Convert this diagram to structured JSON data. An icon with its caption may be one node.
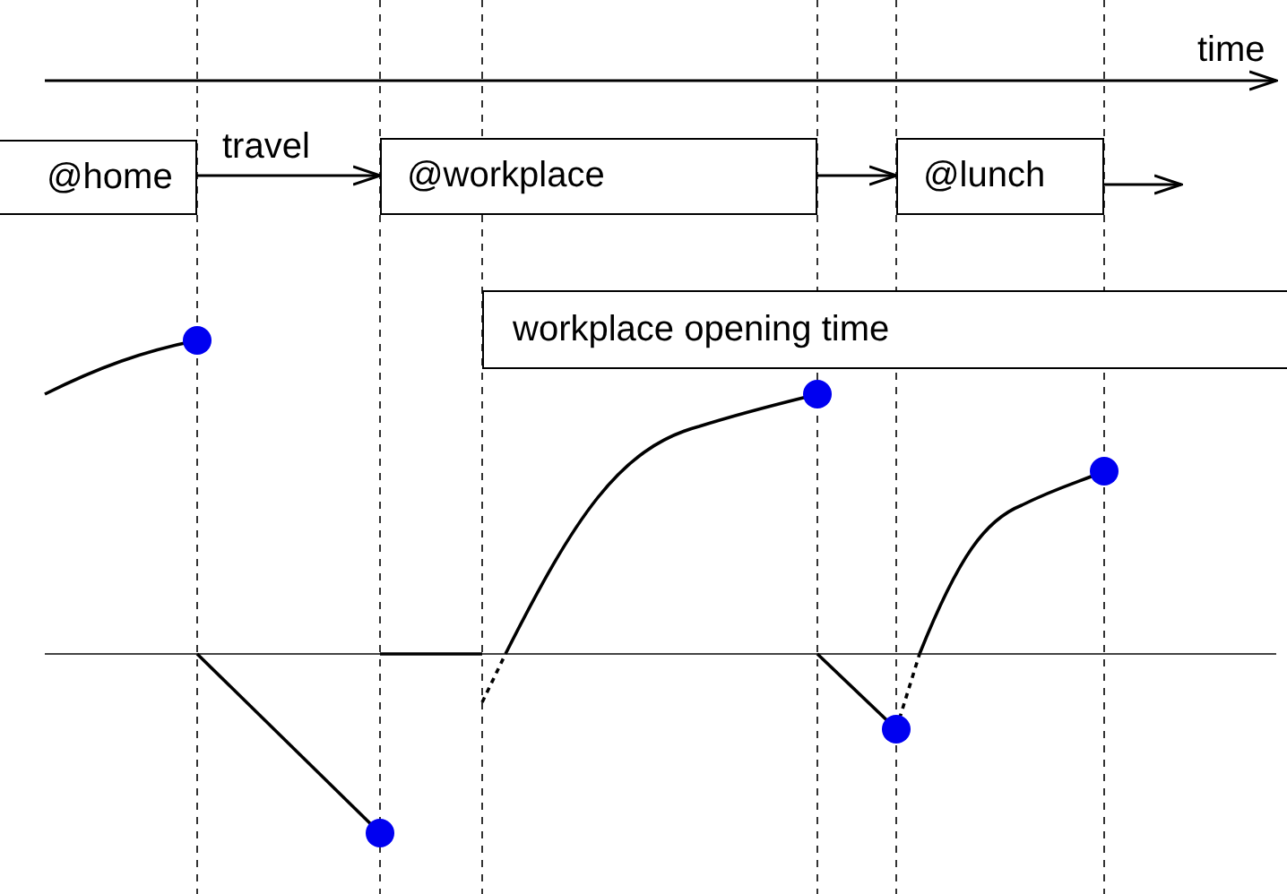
{
  "diagram": {
    "nodes": [
      {
        "text": [
          "@home"
        ]
      },
      {
        "text": [
          "@workplace"
        ]
      },
      {
        "text": [
          "@lunch"
        ]
      },
      {
        "text": [
          "workplace opening time"
        ]
      }
    ],
    "edges": [
      {
        "from": 0,
        "to": 1,
        "arrow": "to",
        "label": "travel"
      },
      {
        "from": 1,
        "to": 2,
        "arrow": "to"
      },
      {
        "from": 2,
        "to": null,
        "arrow": "to"
      }
    ],
    "labels": [
      "time"
    ]
  }
}
